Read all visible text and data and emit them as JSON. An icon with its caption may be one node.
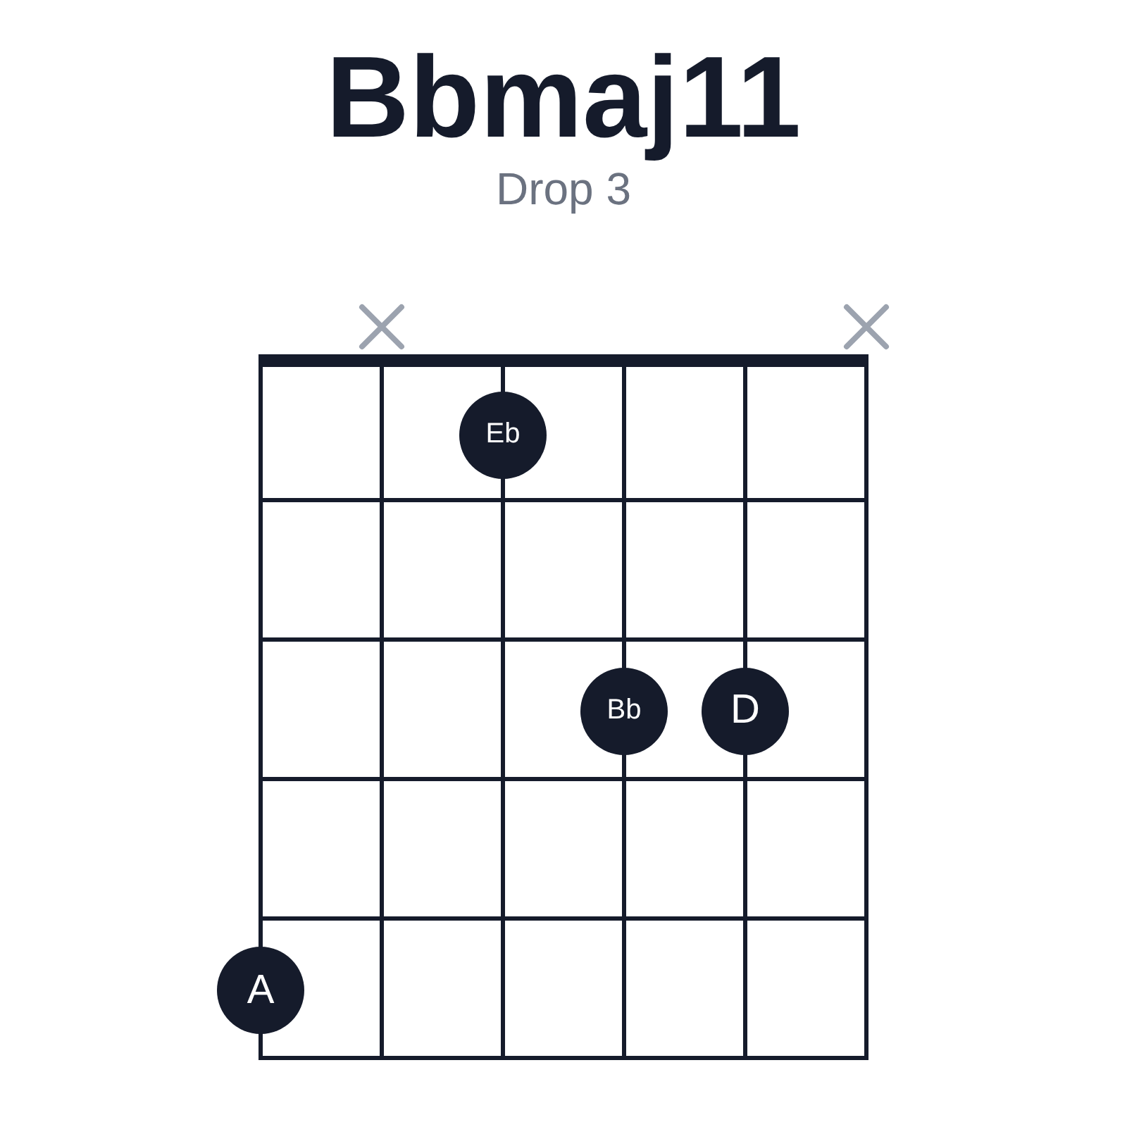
{
  "diagram": {
    "title": "Bbmaj11",
    "nodes": [
      {
        "text": [
          "Eb"
        ]
      },
      {
        "text": [
          "Bb"
        ]
      },
      {
        "text": [
          "D"
        ]
      },
      {
        "text": [
          "A"
        ]
      }
    ],
    "labels": [
      "Drop 3"
    ]
  }
}
